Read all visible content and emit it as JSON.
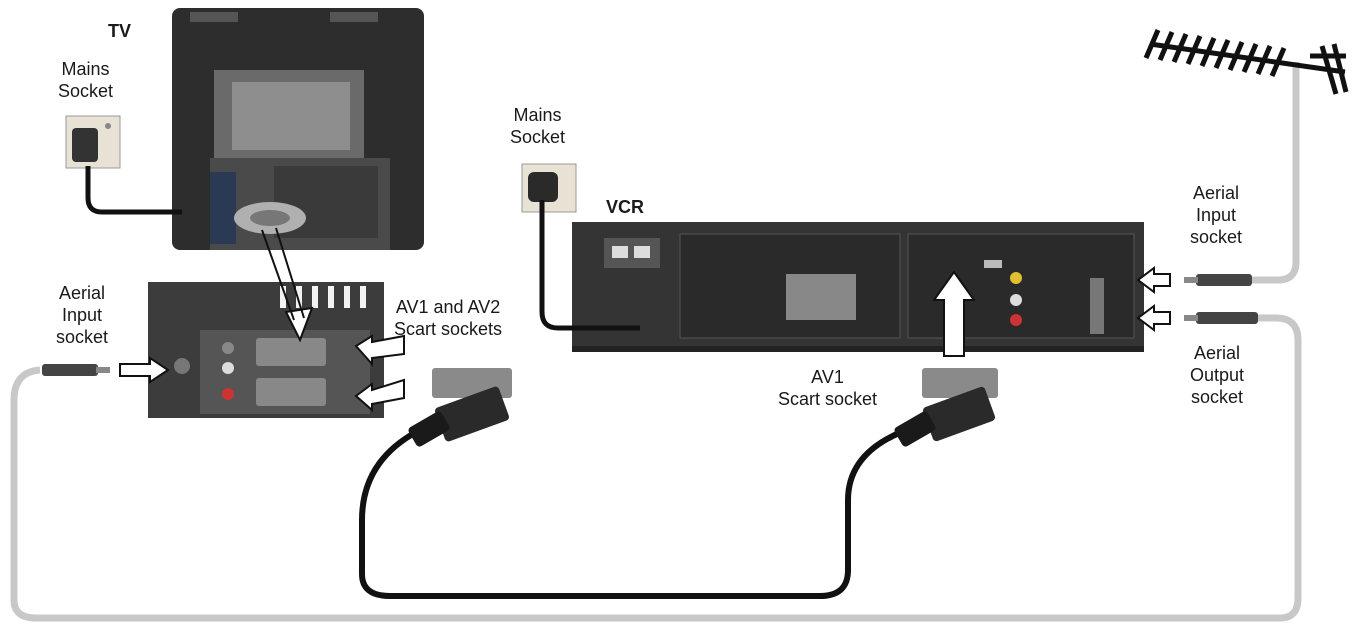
{
  "labels": {
    "tv": "TV",
    "vcr": "VCR",
    "tv_mains": [
      "Mains",
      "Socket"
    ],
    "vcr_mains": [
      "Mains",
      "Socket"
    ],
    "tv_aerial_input": [
      "Aerial",
      "Input",
      "socket"
    ],
    "av_scart": [
      "AV1 and AV2",
      "Scart sockets"
    ],
    "av1_scart": [
      "AV1",
      "Scart socket"
    ],
    "vcr_aerial_input": [
      "Aerial",
      "Input",
      "socket"
    ],
    "vcr_aerial_output": [
      "Aerial",
      "Output",
      "socket"
    ]
  },
  "colors": {
    "cable_black": "#111111",
    "cable_grey": "#c8c8c8",
    "device_dark": "#3a3a3a",
    "arrow_fill": "#ffffff"
  }
}
